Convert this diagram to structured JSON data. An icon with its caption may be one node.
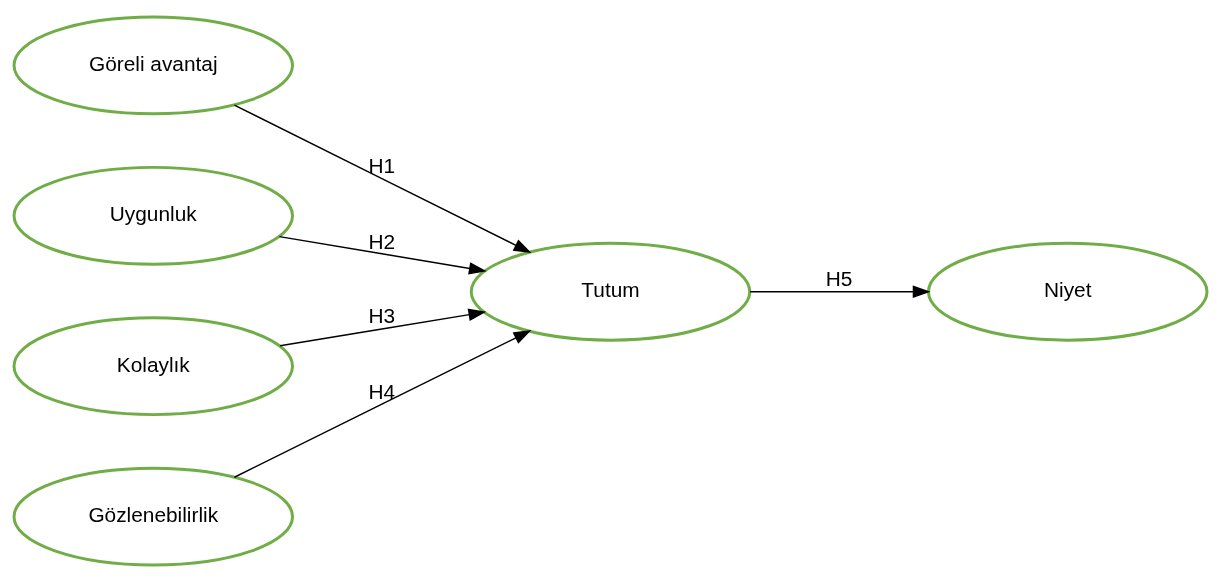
{
  "diagram": {
    "nodes": [
      {
        "text": [
          "Göreli avantaj"
        ]
      },
      {
        "text": [
          "Uygunluk"
        ]
      },
      {
        "text": [
          "Kolaylık"
        ]
      },
      {
        "text": [
          "Gözlenebilirlik"
        ]
      },
      {
        "text": [
          "Tutum"
        ]
      },
      {
        "text": [
          "Niyet"
        ]
      }
    ],
    "edges": [
      {
        "from": 0,
        "to": 4,
        "arrow": "to",
        "label": "H1"
      },
      {
        "from": 1,
        "to": 4,
        "arrow": "to",
        "label": "H2"
      },
      {
        "from": 2,
        "to": 4,
        "arrow": "to",
        "label": "H3"
      },
      {
        "from": 3,
        "to": 4,
        "arrow": "to",
        "label": "H4"
      },
      {
        "from": 4,
        "to": 5,
        "arrow": "to",
        "label": "H5"
      }
    ]
  }
}
